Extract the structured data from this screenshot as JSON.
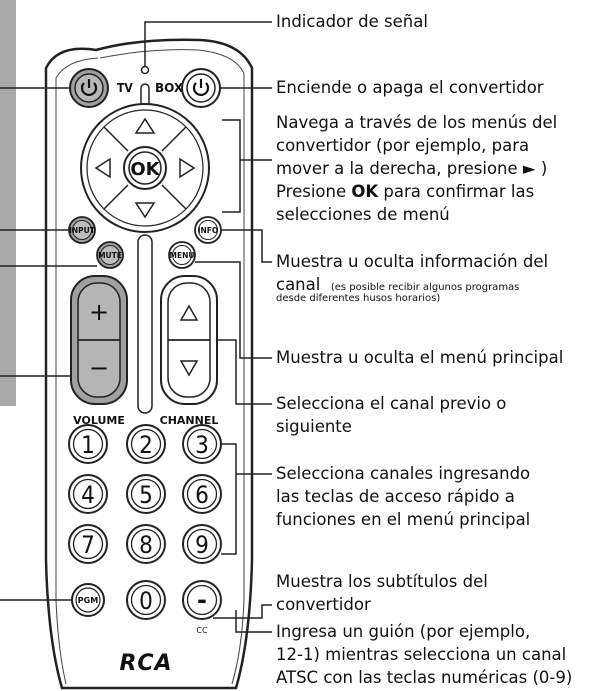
{
  "remote": {
    "tv_label": "TV",
    "box_label": "BOX",
    "ok_label": "OK",
    "input_label": "INPUT",
    "mute_label": "MUTE",
    "info_label": "INFO",
    "menu_label": "MENU",
    "volume_label": "VOLUME",
    "channel_label": "CHANNEL",
    "plus_symbol": "+",
    "minus_symbol": "−",
    "digits": [
      "1",
      "2",
      "3",
      "4",
      "5",
      "6",
      "7",
      "8",
      "9"
    ],
    "zero": "0",
    "pgm_label": "PGM",
    "dash_symbol": "-",
    "cc_label": "CC",
    "brand": "RCA"
  },
  "callouts": {
    "signal": "Indicador de señal",
    "power": "Enciende o apaga el convertidor",
    "nav_line1": "Navega a través de los menús del",
    "nav_line2": "convertidor (por ejemplo, para",
    "nav_line3": "mover a la derecha, presione ► )",
    "nav_line4a": "Presione ",
    "nav_ok": "OK",
    "nav_line4b": " para confirmar las",
    "nav_line5": "selecciones de menú",
    "info_line1": "Muestra u oculta información del",
    "info_line2a": "canal",
    "info_note1": "(es posible recibir algunos programas",
    "info_note2": "desde diferentes husos horarios)",
    "menu": "Muestra u oculta el menú principal",
    "channel_line1": "Selecciona el canal previo o",
    "channel_line2": "siguiente",
    "digits_line1": "Selecciona canales ingresando",
    "digits_line2": "las teclas de acceso rápido a",
    "digits_line3": "funciones en el menú principal",
    "cc_line1": "Muestra los subtítulos del",
    "cc_line2": "convertidor",
    "dash_line1": "Ingresa un guión (por ejemplo,",
    "dash_line2": "12-1) mientras selecciona un canal",
    "dash_line3": "ATSC con las teclas numéricas (0-9)"
  }
}
